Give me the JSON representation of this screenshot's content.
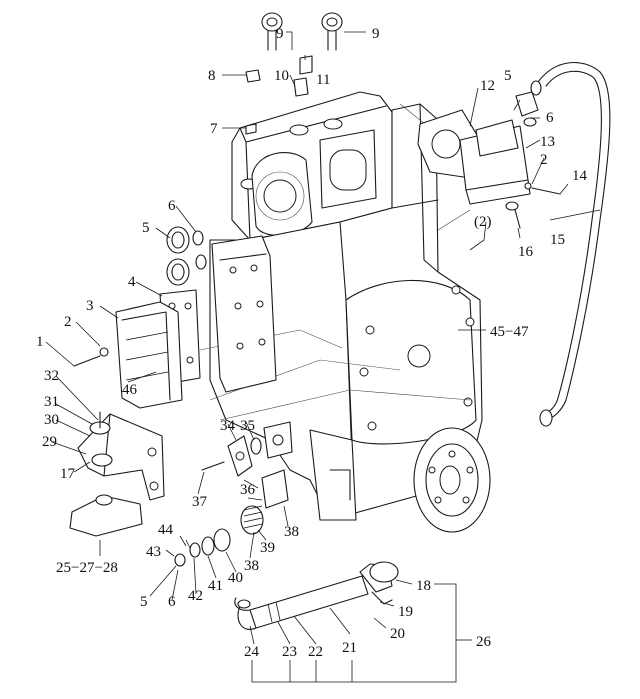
{
  "labels": {
    "l1": "1",
    "l2": "2",
    "l3": "3",
    "l4": "4",
    "l5": "5",
    "l6": "6",
    "l7": "7",
    "l8": "8",
    "l9a": "9",
    "l9b": "9",
    "l10": "10",
    "l11": "11",
    "l12": "12",
    "l5b": "5",
    "l6b": "6",
    "l13": "13",
    "l2b": "2",
    "l14": "14",
    "l15": "15",
    "l16": "16",
    "l2c": "(2)",
    "l4547": "45−47",
    "l32": "32",
    "l31": "31",
    "l30": "30",
    "l29": "29",
    "l17": "17",
    "l46": "46",
    "l34": "34",
    "l35": "35",
    "l37": "37",
    "l36": "36",
    "l38a": "38",
    "l38b": "38",
    "l39": "39",
    "l2527": "25−27−28",
    "l44": "44",
    "l43": "43",
    "l5c": "5",
    "l6c": "6",
    "l42": "42",
    "l41": "41",
    "l40": "40",
    "l18": "18",
    "l19": "19",
    "l20": "20",
    "l21": "21",
    "l22": "22",
    "l23": "23",
    "l24": "24",
    "l26": "26"
  }
}
